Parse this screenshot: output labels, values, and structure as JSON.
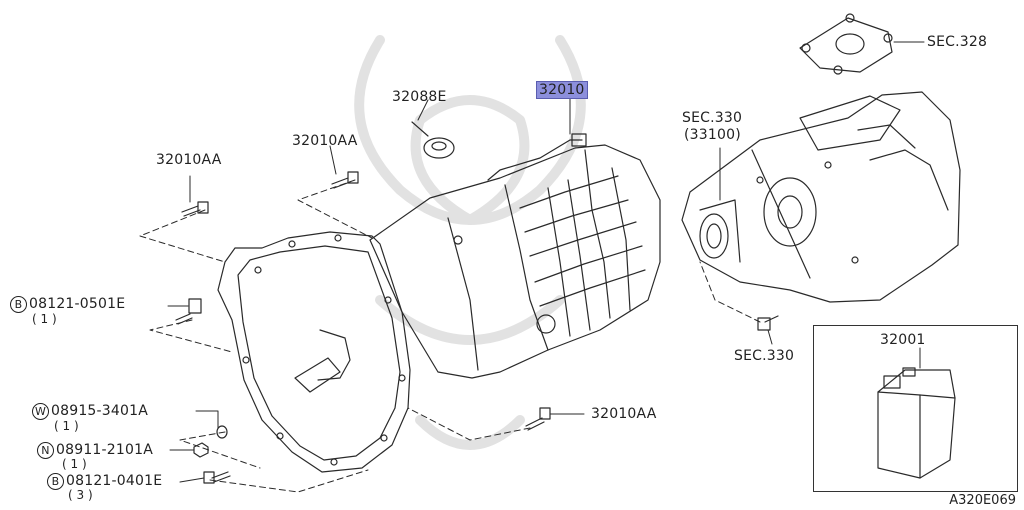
{
  "labels": {
    "main_part": "32010",
    "part_32088e": "32088E",
    "bolt_top_left": "32010AA",
    "bolt_top_mid": "32010AA",
    "bolt_bottom": "32010AA",
    "sec_328": "SEC.328",
    "sec_330_top": "SEC.330",
    "sec_330_sub": "(33100)",
    "sec_330_bottom": "SEC.330",
    "fluid_can": "32001",
    "diagram_id": "A320E069"
  },
  "callouts": [
    {
      "prefix": "B",
      "part": "08121-0501E",
      "qty": "( 1 )"
    },
    {
      "prefix": "W",
      "part": "08915-3401A",
      "qty": "( 1 )"
    },
    {
      "prefix": "N",
      "part": "08911-2101A",
      "qty": "( 1 )"
    },
    {
      "prefix": "B",
      "part": "08121-0401E",
      "qty": "( 3 )"
    }
  ],
  "highlight_color": "#8c8fdc"
}
